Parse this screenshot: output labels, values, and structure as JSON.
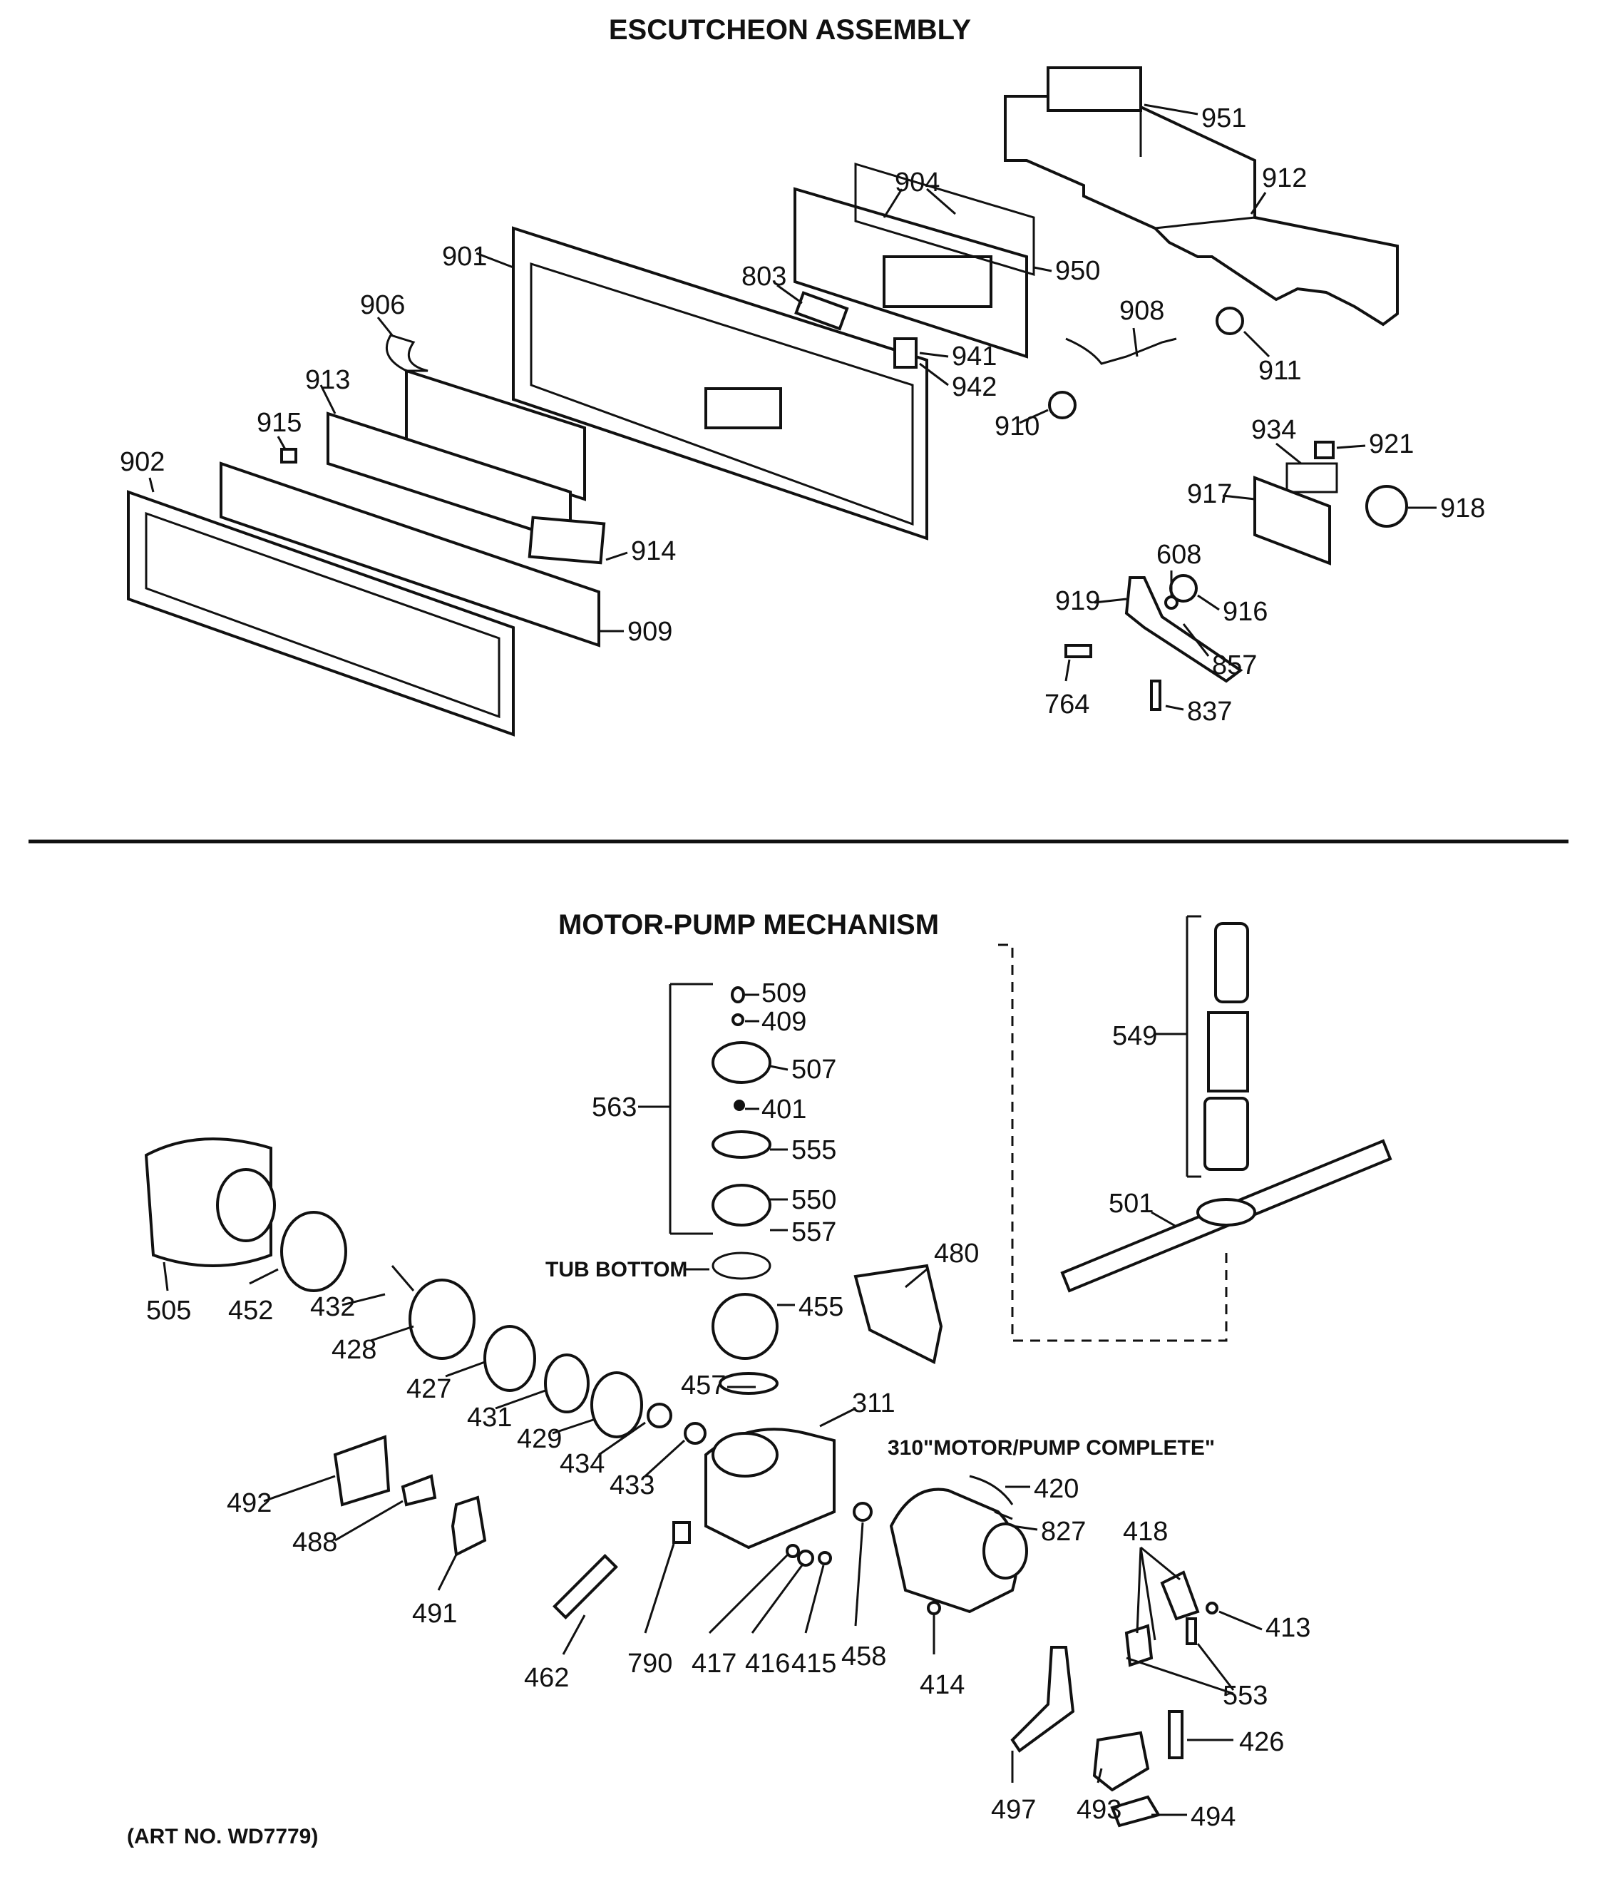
{
  "escutcheon": {
    "title": "ESCUTCHEON ASSEMBLY",
    "parts": [
      "951",
      "912",
      "904",
      "950",
      "901",
      "803",
      "941",
      "942",
      "906",
      "908",
      "911",
      "910",
      "913",
      "915",
      "934",
      "921",
      "902",
      "917",
      "918",
      "914",
      "608",
      "916",
      "909",
      "919",
      "857",
      "764",
      "837"
    ]
  },
  "motor_pump": {
    "title": "MOTOR-PUMP MECHANISM",
    "parts": [
      "509",
      "409",
      "507",
      "563",
      "401",
      "555",
      "549",
      "550",
      "557",
      "501",
      "480",
      "455",
      "505",
      "452",
      "432",
      "428",
      "427",
      "431",
      "457",
      "311",
      "429",
      "434",
      "433",
      "420",
      "827",
      "492",
      "488",
      "418",
      "491",
      "413",
      "553",
      "462",
      "790",
      "417",
      "416",
      "415",
      "458",
      "414",
      "426",
      "497",
      "493",
      "494"
    ],
    "tub_bottom_label": "TUB BOTTOM",
    "motor_pump_complete": "310\"MOTOR/PUMP COMPLETE\""
  },
  "art_number": "(ART NO. WD7779)"
}
